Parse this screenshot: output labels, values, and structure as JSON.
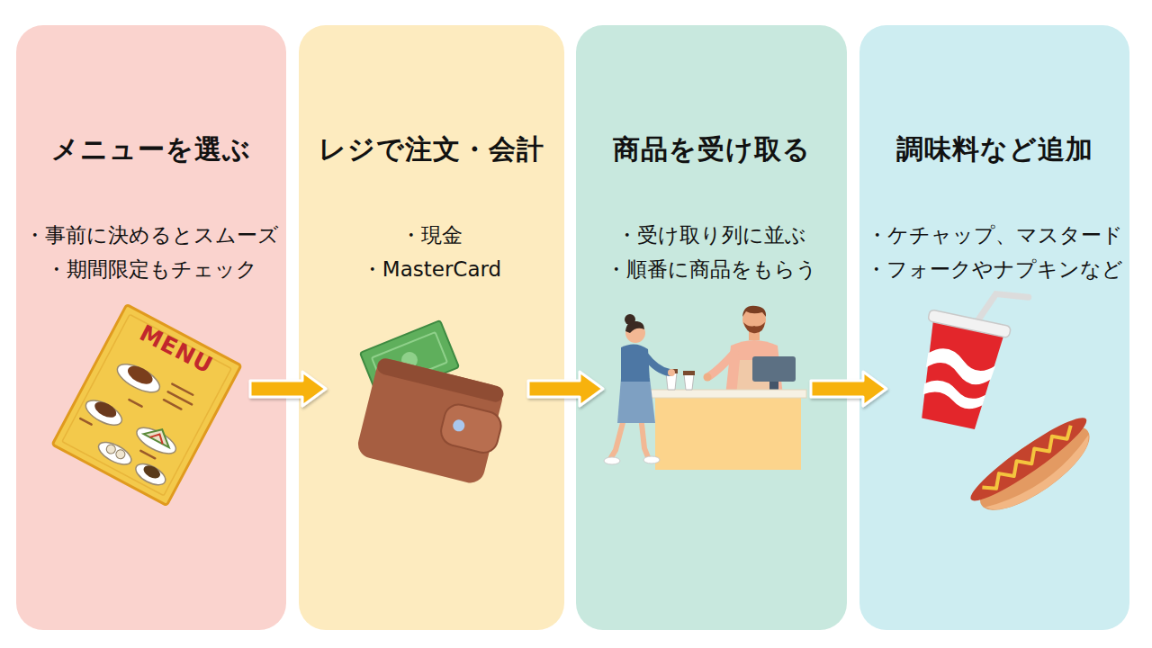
{
  "diagram": {
    "nodes": [
      {
        "text": [
          "メニューを選ぶ",
          "・事前に決めるとスムーズ",
          "・期間限定もチェック"
        ]
      },
      {
        "text": [
          "レジで注文・会計",
          "・現金",
          "・MasterCard"
        ]
      },
      {
        "text": [
          "商品を受け取る",
          "・受け取り列に並ぶ",
          "・順番に商品をもらう"
        ]
      },
      {
        "text": [
          "調味料など追加",
          "・ケチャップ、マスタード",
          "・フォークやナプキンなど"
        ]
      }
    ],
    "edges": [
      {
        "from": 0,
        "to": 1,
        "arrow": "to"
      },
      {
        "from": 1,
        "to": 2,
        "arrow": "to"
      },
      {
        "from": 2,
        "to": 3,
        "arrow": "to"
      }
    ],
    "labels": [
      "MENU"
    ]
  }
}
